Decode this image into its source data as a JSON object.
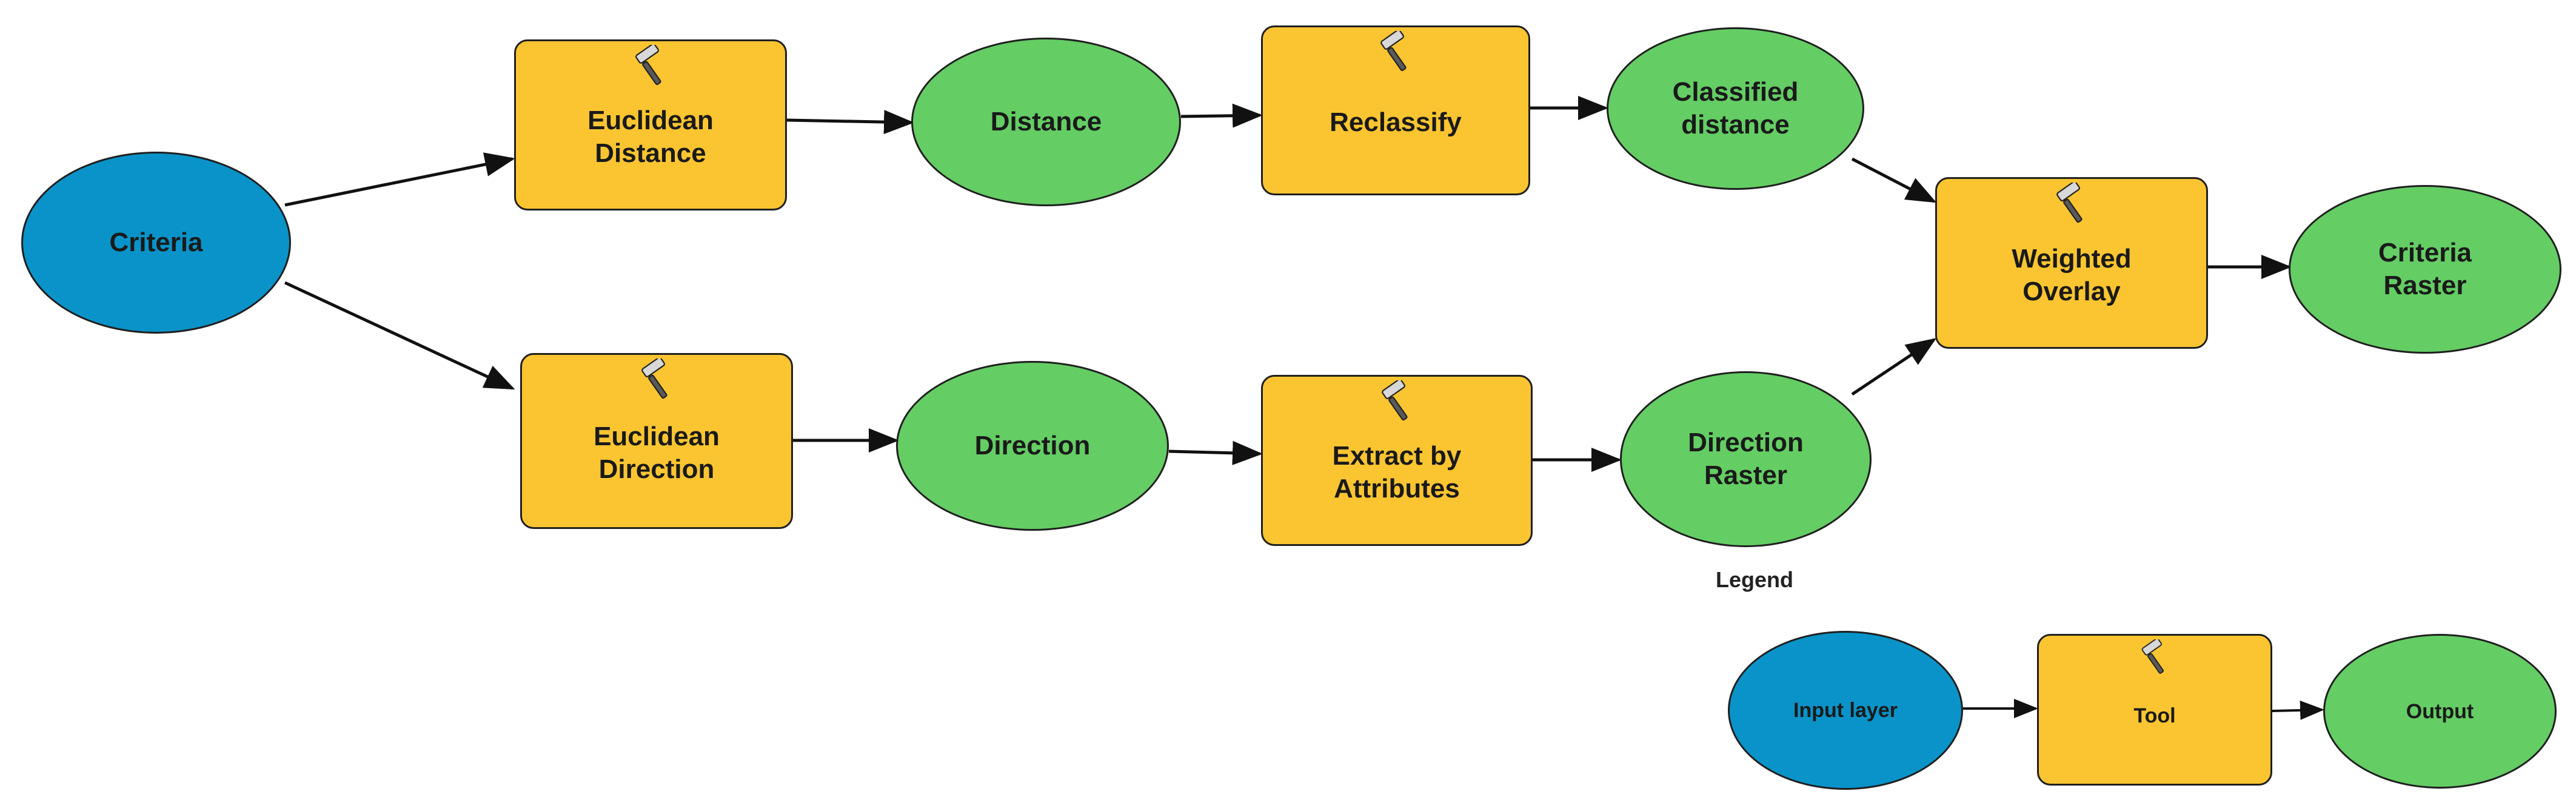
{
  "diagram": {
    "nodes": {
      "criteria": "Criteria",
      "euclidean_distance": "Euclidean\nDistance",
      "distance": "Distance",
      "reclassify": "Reclassify",
      "classified_distance": "Classified\ndistance",
      "euclidean_direction": "Euclidean\nDirection",
      "direction": "Direction",
      "extract_by_attributes": "Extract by\nAttributes",
      "direction_raster": "Direction\nRaster",
      "weighted_overlay": "Weighted\nOverlay",
      "criteria_raster": "Criteria\nRaster"
    },
    "legend": {
      "title": "Legend",
      "input": "Input layer",
      "tool": "Tool",
      "output": "Output"
    }
  },
  "colors": {
    "input": "#0a93c9",
    "tool": "#fbc531",
    "output": "#64cd64"
  },
  "icons": {
    "tool": "hammer-icon"
  }
}
